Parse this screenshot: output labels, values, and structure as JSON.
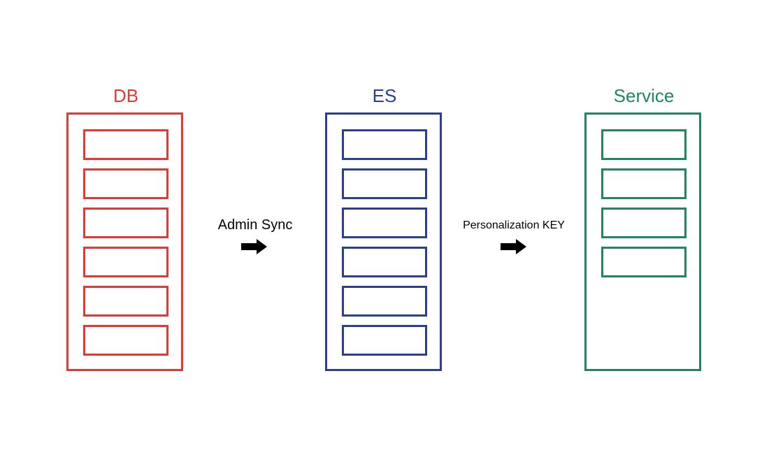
{
  "colors": {
    "db": "#e03a32",
    "es": "#2b3e93",
    "service": "#1f8565",
    "arrow": "#000000"
  },
  "columns": [
    {
      "id": "db",
      "title": "DB",
      "color_key": "db",
      "slot_count": 6
    },
    {
      "id": "es",
      "title": "ES",
      "color_key": "es",
      "slot_count": 6
    },
    {
      "id": "service",
      "title": "Service",
      "color_key": "service",
      "slot_count": 4
    }
  ],
  "arrows": [
    {
      "label": "Admin Sync",
      "icon": "right-arrow-icon"
    },
    {
      "label": "Personalization KEY",
      "icon": "right-arrow-icon"
    }
  ]
}
